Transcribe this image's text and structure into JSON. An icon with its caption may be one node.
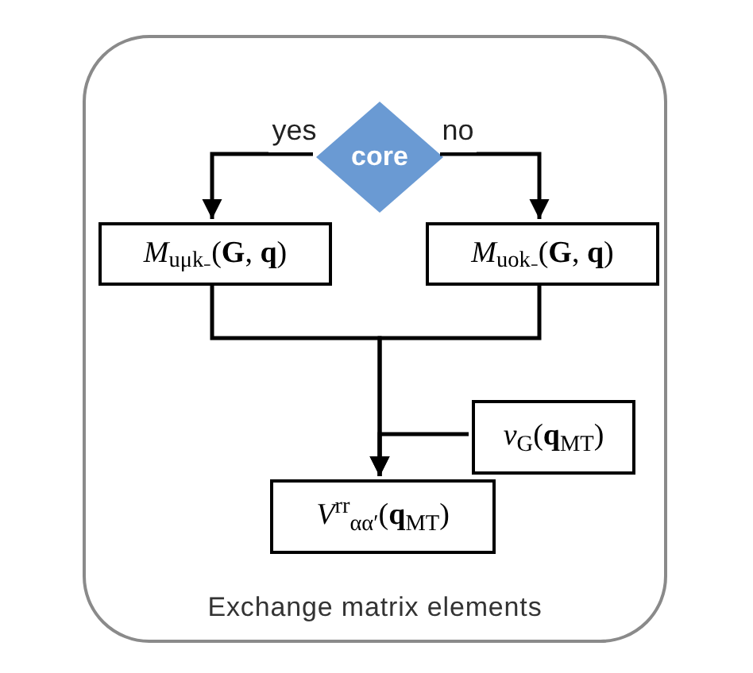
{
  "diagram": {
    "nodes": [
      {
        "text": [
          "Exchange matrix elements"
        ]
      },
      {
        "text": [
          "core"
        ],
        "in": 0
      },
      {
        "text": [
          "*M*$_{uμk₋}$(**G**, **q**)"
        ],
        "in": 0
      },
      {
        "text": [
          "*M*$_{uok₋}$(**G**, **q**)"
        ],
        "in": 0
      },
      {
        "text": [
          "*v*$_{G}$(**q**$_{MT}$)"
        ],
        "in": 0
      },
      {
        "text": [
          "*V*$^{rr}$$_{αα′}$(**q**$_{MT}$)"
        ],
        "in": 0
      }
    ],
    "edges": [
      {
        "from": 1,
        "to": 2,
        "arrow": "to",
        "label": "yes"
      },
      {
        "from": 1,
        "to": 3,
        "arrow": "to",
        "label": "no"
      },
      {
        "from": 2,
        "to": 5,
        "arrow": "to"
      },
      {
        "from": 3,
        "to": 5,
        "arrow": "to"
      },
      {
        "from": 4,
        "to": 5,
        "arrow": "to"
      }
    ]
  }
}
